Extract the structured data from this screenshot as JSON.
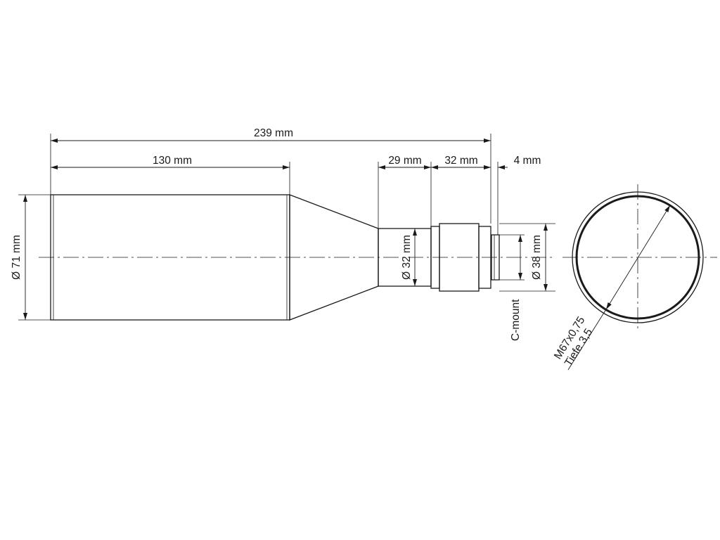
{
  "dimensions": {
    "overall_length": "239 mm",
    "front_tube_length": "130 mm",
    "mid_section_length": "29 mm",
    "rear_body_length": "32 mm",
    "mount_length": "4 mm",
    "front_diameter": "Ø 71 mm",
    "mid_diameter": "Ø 32 mm",
    "rear_diameter": "Ø 38 mm"
  },
  "annotations": {
    "mount": "C-mount",
    "thread": "M67x0,75",
    "depth": "Tiefe 3,5"
  }
}
